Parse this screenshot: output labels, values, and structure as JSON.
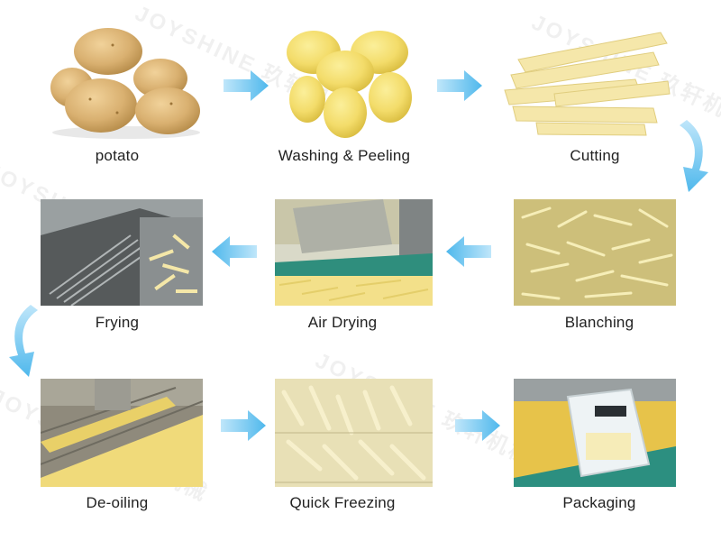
{
  "steps": [
    {
      "label": "potato"
    },
    {
      "label": "Washing & Peeling"
    },
    {
      "label": "Cutting"
    },
    {
      "label": "Blanching"
    },
    {
      "label": "Air Drying"
    },
    {
      "label": "Frying"
    },
    {
      "label": "De-oiling"
    },
    {
      "label": "Quick Freezing"
    },
    {
      "label": "Packaging"
    }
  ],
  "watermark": {
    "text": "JOYSHINE 玖轩机械"
  },
  "colors": {
    "arrow": "#4fb8ec",
    "arrow_light": "#bfe6fa",
    "label": "#222222",
    "potato_skin": "#d9b070",
    "peeled": "#f3dc6a",
    "fry": "#f4e7a8",
    "conveyor": "#2c8f80",
    "steel": "#8b8f90"
  }
}
